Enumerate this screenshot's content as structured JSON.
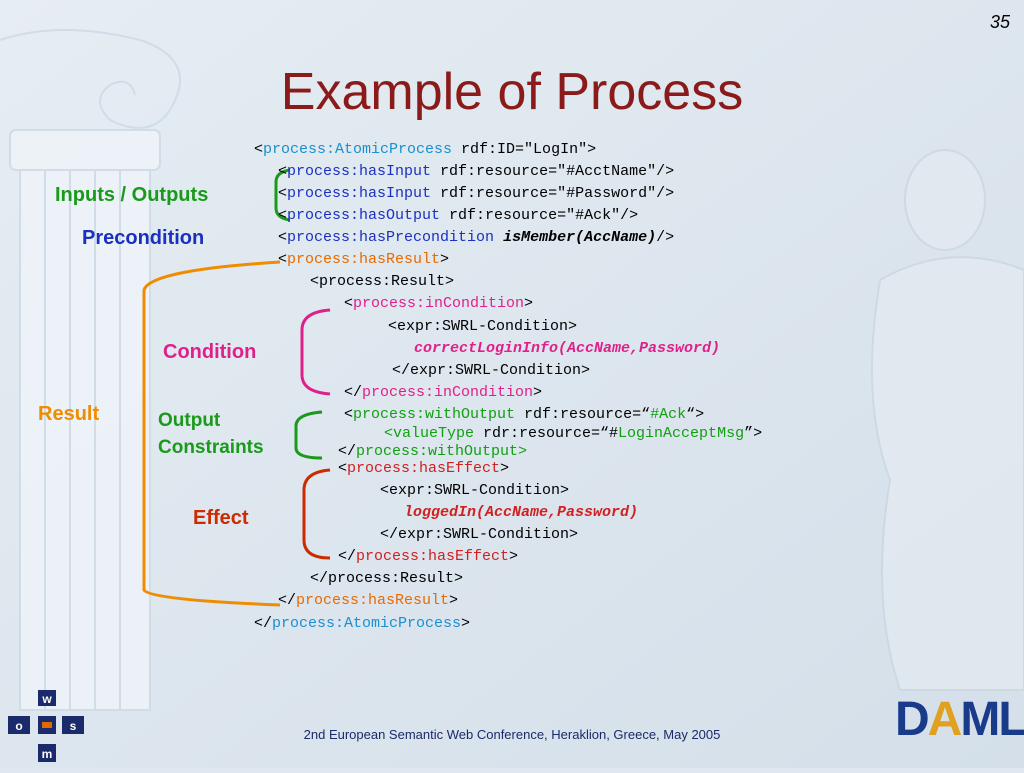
{
  "slide": {
    "page_number": "35",
    "title": "Example of Process",
    "footer": "2nd European Semantic Web Conference, Heraklion, Greece, May 2005"
  },
  "labels": {
    "inputs_outputs": "Inputs / Outputs",
    "precondition": "Precondition",
    "condition": "Condition",
    "result": "Result",
    "output_constraints_1": "Output",
    "output_constraints_2": "Constraints",
    "effect": "Effect"
  },
  "logos": {
    "left_logo": "W O S M",
    "right_logo": "DAML"
  },
  "code": [
    [
      {
        "t": "<"
      },
      {
        "t": "process:AtomicProcess",
        "c": "k-cyan"
      },
      {
        "t": " rdf:ID=\"LogIn\">"
      }
    ],
    [
      {
        "t": "<"
      },
      {
        "t": "process:hasInput",
        "c": "k-blue"
      },
      {
        "t": " rdf:resource=\"#AcctName\"/>"
      }
    ],
    [
      {
        "t": "<"
      },
      {
        "t": "process:hasInput",
        "c": "k-blue"
      },
      {
        "t": " rdf:resource=\"#Password\"/>"
      }
    ],
    [
      {
        "t": "<"
      },
      {
        "t": "process:hasOutput",
        "c": "k-blue"
      },
      {
        "t": " rdf:resource=\"#Ack\"/>"
      }
    ],
    [
      {
        "t": "<"
      },
      {
        "t": "process:hasPrecondition",
        "c": "k-blue"
      },
      {
        "t": " "
      },
      {
        "t": "isMember(AccName)",
        "c": "ital"
      },
      {
        "t": "/>"
      }
    ],
    [
      {
        "t": "<"
      },
      {
        "t": "process:hasResult",
        "c": "k-orange"
      },
      {
        "t": ">"
      }
    ],
    [
      {
        "t": "<process:Result>"
      }
    ],
    [
      {
        "t": "<"
      },
      {
        "t": "process:inCondition",
        "c": "k-magenta"
      },
      {
        "t": ">"
      }
    ],
    [
      {
        "t": "<expr:SWRL-Condition>"
      }
    ],
    [
      {
        "t": "correctLoginInfo(AccName,Password)",
        "c": "k-magenta ital"
      }
    ],
    [
      {
        "t": "</expr:SWRL-Condition>"
      }
    ],
    [
      {
        "t": "</"
      },
      {
        "t": "process:inCondition",
        "c": "k-magenta"
      },
      {
        "t": ">"
      }
    ],
    [
      {
        "t": "<"
      },
      {
        "t": "process:withOutput",
        "c": "k-green"
      },
      {
        "t": " rdf:resource=“"
      },
      {
        "t": "#Ack",
        "c": "k-green"
      },
      {
        "t": "“>"
      }
    ],
    [
      {
        "t": "<valueType",
        "c": "k-green"
      },
      {
        "t": " rdr:resource=“#"
      },
      {
        "t": "LoginAcceptMsg",
        "c": "k-green"
      },
      {
        "t": "”>"
      }
    ],
    [
      {
        "t": "</"
      },
      {
        "t": "process:withOutput>",
        "c": "k-green"
      }
    ],
    [
      {
        "t": "<"
      },
      {
        "t": "process:hasEffect",
        "c": "k-red"
      },
      {
        "t": ">"
      }
    ],
    [
      {
        "t": "<expr:SWRL-Condition>"
      }
    ],
    [
      {
        "t": "loggedIn(AccName,Password)",
        "c": "k-red ital"
      }
    ],
    [
      {
        "t": "</expr:SWRL-Condition>"
      }
    ],
    [
      {
        "t": "</"
      },
      {
        "t": "process:hasEffect",
        "c": "k-red"
      },
      {
        "t": ">"
      }
    ],
    [
      {
        "t": "</process:Result>"
      }
    ],
    [
      {
        "t": "</"
      },
      {
        "t": "process:hasResult",
        "c": "k-orange"
      },
      {
        "t": ">"
      }
    ],
    [
      {
        "t": "</"
      },
      {
        "t": "process:AtomicProcess",
        "c": "k-cyan"
      },
      {
        "t": ">"
      }
    ]
  ],
  "colors": {
    "title": "#8b1a1a",
    "inputs_outputs_bracket": "#1a9a1a",
    "condition_bracket": "#e0208a",
    "result_bracket": "#f08c00",
    "output_constraints_bracket": "#1a9a1a",
    "effect_bracket": "#cc2a00"
  }
}
